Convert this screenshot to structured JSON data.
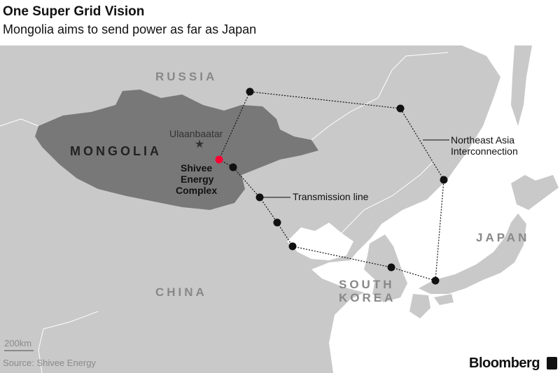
{
  "header": {
    "title": "One Super Grid Vision",
    "subtitle": "Mongolia aims to send power as far as Japan"
  },
  "map": {
    "countries": {
      "russia": "RUSSIA",
      "mongolia": "MONGOLIA",
      "china": "CHINA",
      "japan": "JAPAN",
      "south_korea_1": "SOUTH",
      "south_korea_2": "KOREA"
    },
    "capital": "Ulaanbaatar",
    "origin_1": "Shivee",
    "origin_2": "Energy",
    "origin_3": "Complex",
    "callouts": {
      "transmission": "Transmission line",
      "northeast_1": "Northeast Asia",
      "northeast_2": "Interconnection"
    },
    "scale": "200km",
    "colors": {
      "land": "#c9c9c9",
      "mongolia": "#787878",
      "sea": "#ffffff",
      "origin": "#ff0033",
      "node": "#111111"
    }
  },
  "footer": {
    "source": "Source: Shivee Energy",
    "brand": "Bloomberg"
  }
}
